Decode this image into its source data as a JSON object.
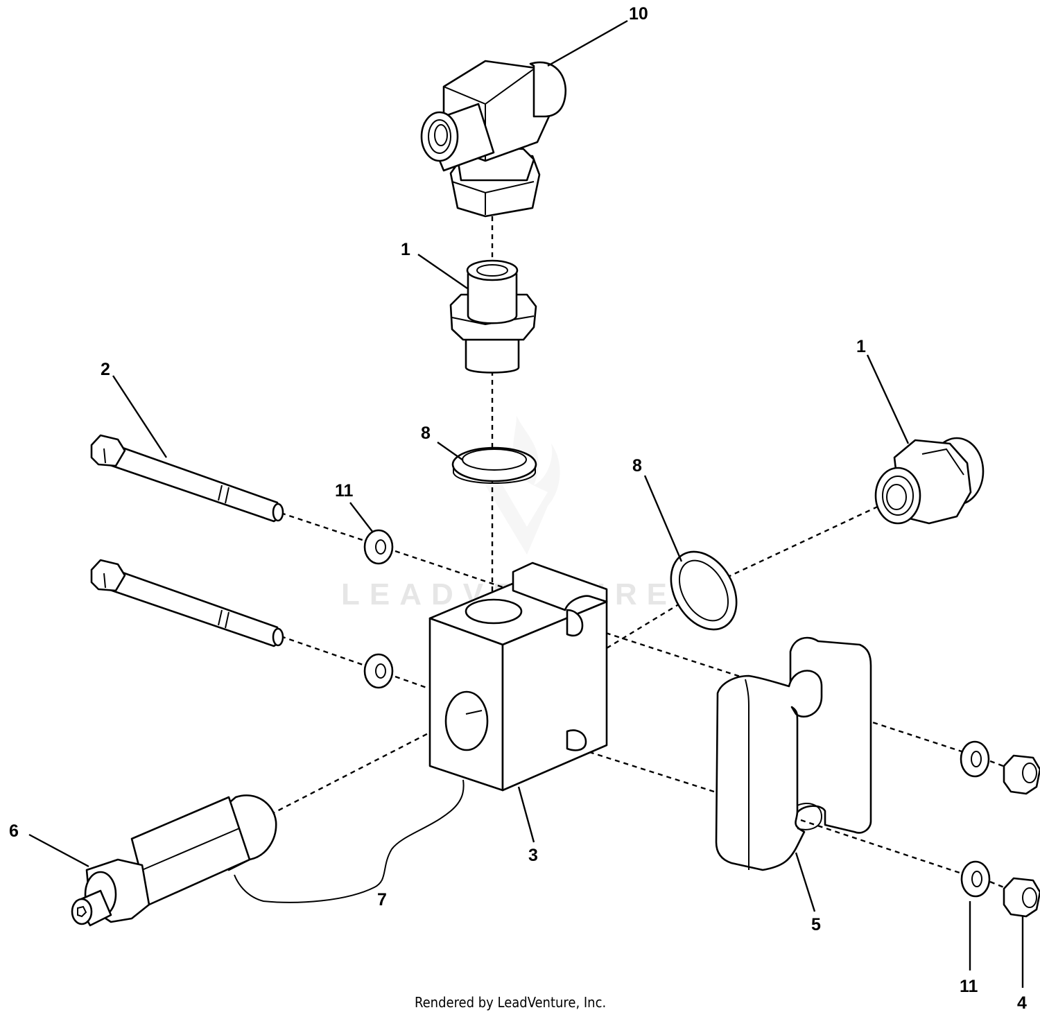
{
  "diagram": {
    "callouts": [
      {
        "id": "c10",
        "text": "10"
      },
      {
        "id": "c1top",
        "text": "1"
      },
      {
        "id": "c2",
        "text": "2"
      },
      {
        "id": "c8a",
        "text": "8"
      },
      {
        "id": "c11a",
        "text": "11"
      },
      {
        "id": "c1r",
        "text": "1"
      },
      {
        "id": "c8b",
        "text": "8"
      },
      {
        "id": "c6",
        "text": "6"
      },
      {
        "id": "c3",
        "text": "3"
      },
      {
        "id": "c7",
        "text": "7"
      },
      {
        "id": "c5",
        "text": "5"
      },
      {
        "id": "c11b",
        "text": "11"
      },
      {
        "id": "c4",
        "text": "4"
      }
    ],
    "watermark": "LEADVENTURE",
    "footer": "Rendered by LeadVenture, Inc."
  }
}
